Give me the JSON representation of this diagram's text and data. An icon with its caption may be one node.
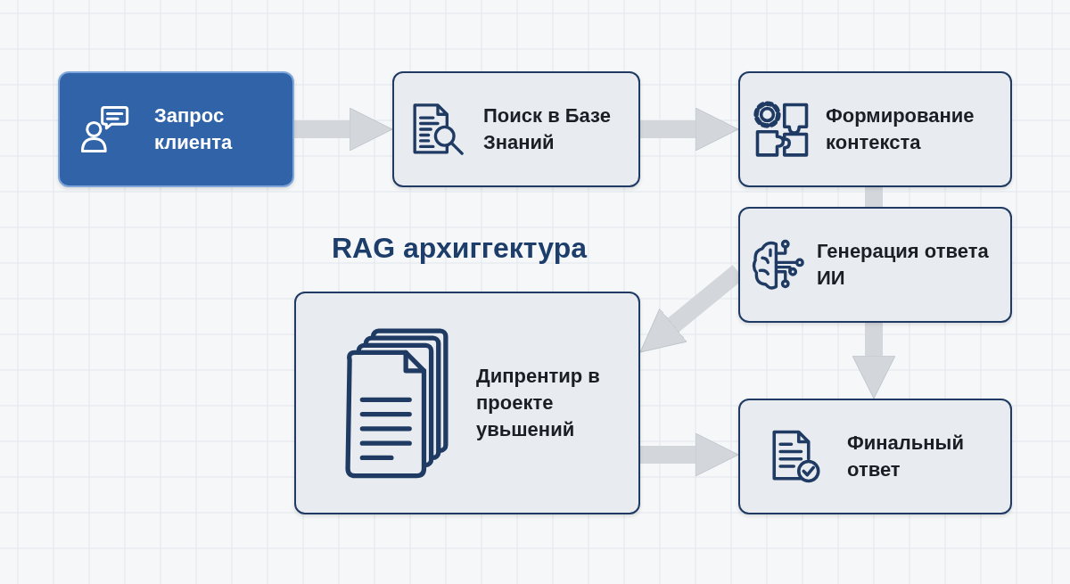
{
  "diagram": {
    "title": "RAG архиггектура",
    "nodes": [
      {
        "text": [
          "Запрос клиента"
        ]
      },
      {
        "text": [
          "Поиск в Базе Знаний"
        ]
      },
      {
        "text": [
          "Формирование контекста"
        ]
      },
      {
        "text": [
          "Генерация ответа ИИ"
        ]
      },
      {
        "text": [
          "Дипрентир в проекте увьшений"
        ]
      },
      {
        "text": [
          "Финальный ответ"
        ]
      }
    ],
    "edges": [
      {
        "from": 0,
        "to": 1,
        "arrow": "to"
      },
      {
        "from": 1,
        "to": 2,
        "arrow": "to"
      },
      {
        "from": 2,
        "to": 3,
        "arrow": "none"
      },
      {
        "from": 3,
        "to": 4,
        "arrow": "to"
      },
      {
        "from": 3,
        "to": 5,
        "arrow": "to"
      },
      {
        "from": 4,
        "to": 5,
        "arrow": "to"
      }
    ]
  }
}
